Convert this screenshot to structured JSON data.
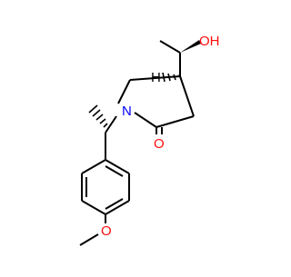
{
  "molecule": {
    "atoms": {
      "hydroxyl_oxygen": {
        "label": "OH",
        "color": "#ff0d0d"
      },
      "stereo_hydrogen": {
        "label": "H",
        "color": "#000000"
      },
      "ring_nitrogen": {
        "label": "N",
        "color": "#0000ff"
      },
      "carbonyl_oxygen": {
        "label": "O",
        "color": "#ff0d0d"
      },
      "ether_oxygen": {
        "label": "O",
        "color": "#ff0d0d"
      }
    },
    "bond_color": "#000000"
  }
}
